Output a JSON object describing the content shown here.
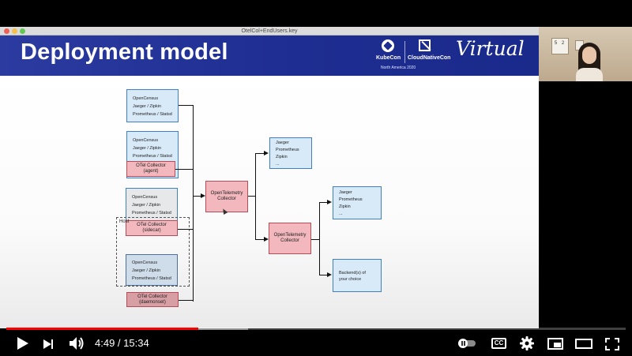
{
  "window": {
    "title": "OtelCol+EndUsers.key"
  },
  "slide": {
    "title": "Deployment model",
    "logos": {
      "kubecon": "KubeCon",
      "cloudnativecon": "CloudNativeCon",
      "subline": "North America 2020",
      "virtual": "Virtual"
    }
  },
  "diagram": {
    "sources": {
      "line1": "OpenCensus",
      "line2": "Jaeger / Zipkin",
      "line3": "Prometheus / Statsd"
    },
    "agent_collector": {
      "line1": "OTel Collector",
      "line2": "(agent)"
    },
    "sidecar_collector": {
      "line1": "OTel Collector",
      "line2": "(sidecar)"
    },
    "daemonset_collector": {
      "line1": "OTel Collector",
      "line2": "(daemonset)"
    },
    "host_label": "Host",
    "central_collector": {
      "line1": "OpenTelemetry",
      "line2": "Collector"
    },
    "second_collector": {
      "line1": "OpenTelemetry",
      "line2": "Collector"
    },
    "backends_top": {
      "line1": "Jaeger",
      "line2": "Prometheus",
      "line3": "Zipkin",
      "line4": "..."
    },
    "backends_mid": {
      "line1": "Jaeger",
      "line2": "Prometheus",
      "line3": "Zipkin",
      "line4": "..."
    },
    "backend_custom": {
      "line1": "Backend(s) of",
      "line2": "your choice"
    }
  },
  "webcam": {
    "frame_text": "5 2"
  },
  "player": {
    "current_time": "4:49",
    "duration": "15:34",
    "time_display": "4:49 / 15:34",
    "progress_played_fraction": 0.31,
    "progress_loaded_fraction": 0.39,
    "cc_label": "CC",
    "accent_color": "#ff0000"
  }
}
